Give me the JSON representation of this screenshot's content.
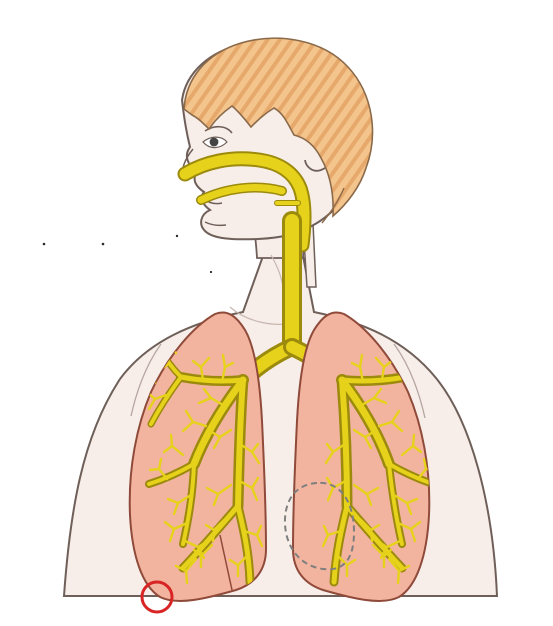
{
  "diagram": {
    "subject": "respiratory-system",
    "labels": [],
    "colors": {
      "background": "#ffffff",
      "skin_fill": "#f7eee9",
      "skin_outline": "#6f5f59",
      "hair_fill": "#f3c58d",
      "hair_stripe": "#e6a96b",
      "hair_outline": "#8b6a4a",
      "airway": "#e6d21a",
      "airway_outline": "#9c8a0d",
      "lung_fill": "#f2b39f",
      "lung_outline": "#8f4a3a",
      "heart_outline": "#7f7f7f",
      "marker": "#d82424",
      "eye": "#444444"
    },
    "icons": [
      "airway-diagram",
      "lungs-diagram",
      "heart-outline",
      "highlight-circle"
    ]
  }
}
